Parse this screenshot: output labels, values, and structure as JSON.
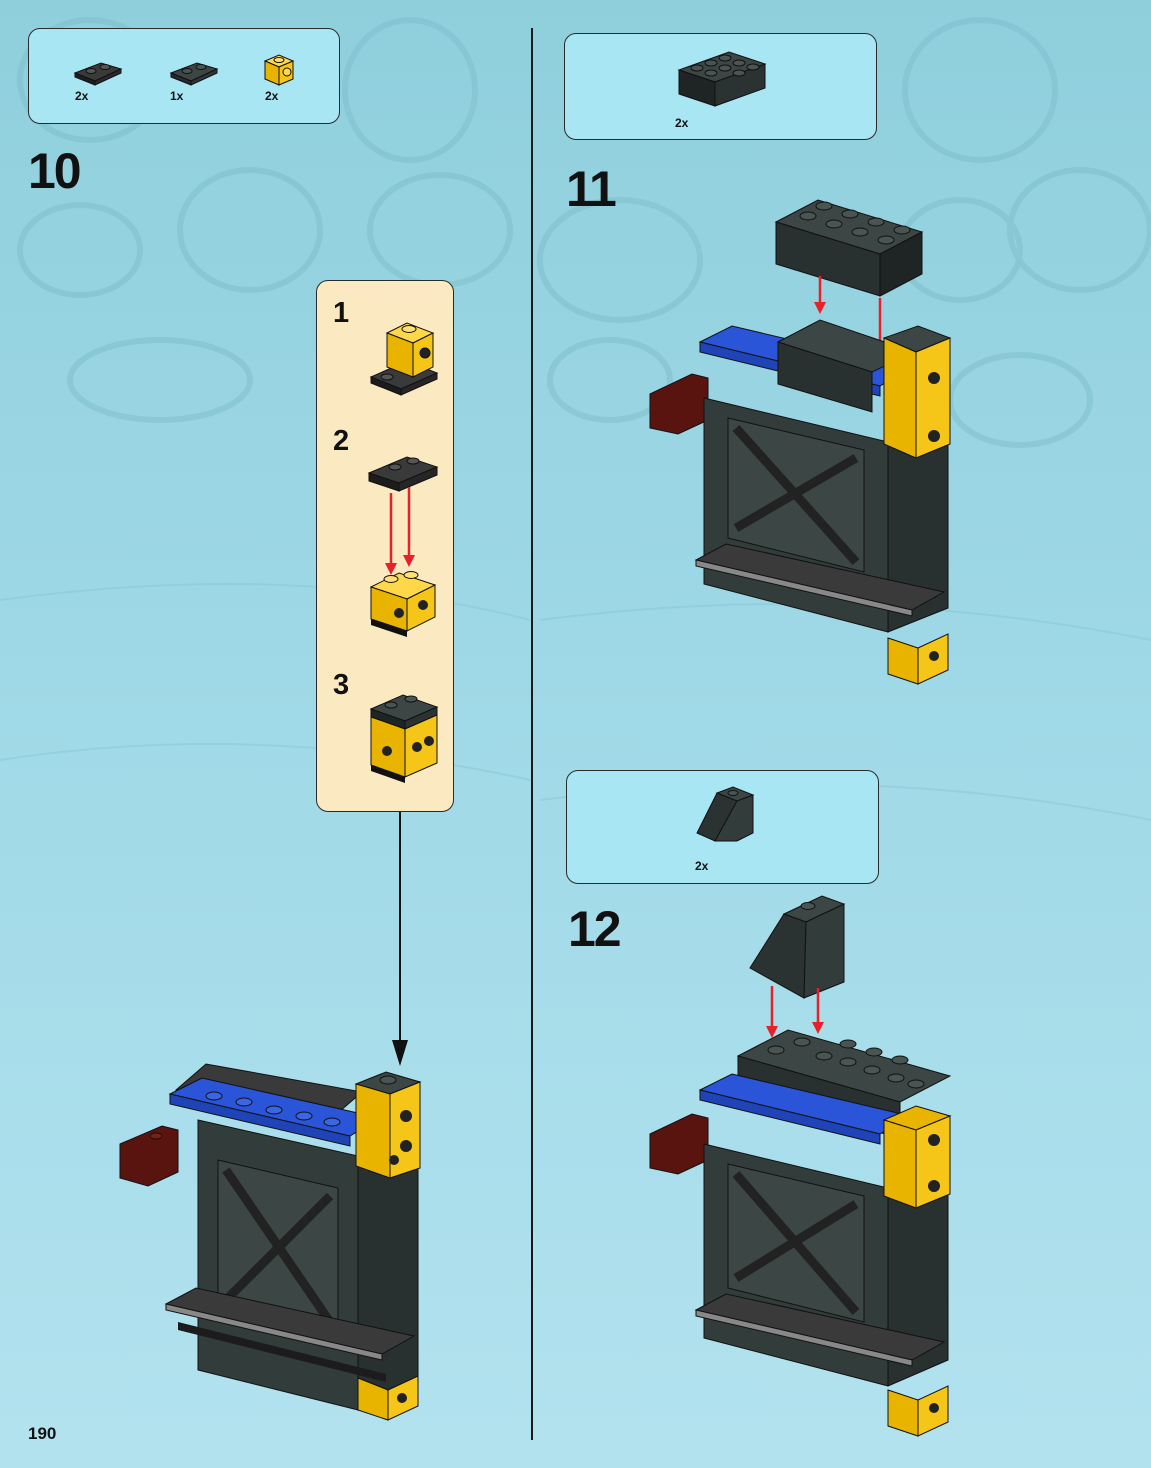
{
  "page": {
    "number": "190"
  },
  "step10": {
    "number": "10",
    "parts": [
      {
        "qty": "2x",
        "icon": "plate-1x2-black-icon",
        "color": "#2b2b2b"
      },
      {
        "qty": "1x",
        "icon": "plate-1x2-dark-gray-icon",
        "color": "#323a38"
      },
      {
        "qty": "2x",
        "icon": "brick-1x1-studs-side-yellow-icon",
        "color": "#f5c518"
      }
    ],
    "substeps": [
      "1",
      "2",
      "3"
    ]
  },
  "step11": {
    "number": "11",
    "parts": [
      {
        "qty": "2x",
        "icon": "brick-2x4-dark-gray-icon",
        "color": "#2f3836"
      }
    ]
  },
  "step12": {
    "number": "12",
    "parts": [
      {
        "qty": "2x",
        "icon": "slope-2x1-dark-gray-icon",
        "color": "#2f3836"
      }
    ]
  },
  "colors": {
    "dark_gray": "#323c3a",
    "yellow": "#f5c518",
    "blue": "#2a55d8",
    "dark_red": "#5a1410",
    "arrow_red": "#e8202a",
    "callout_bg": "#fbe9c2",
    "parts_bg": "#a8e6f4"
  }
}
